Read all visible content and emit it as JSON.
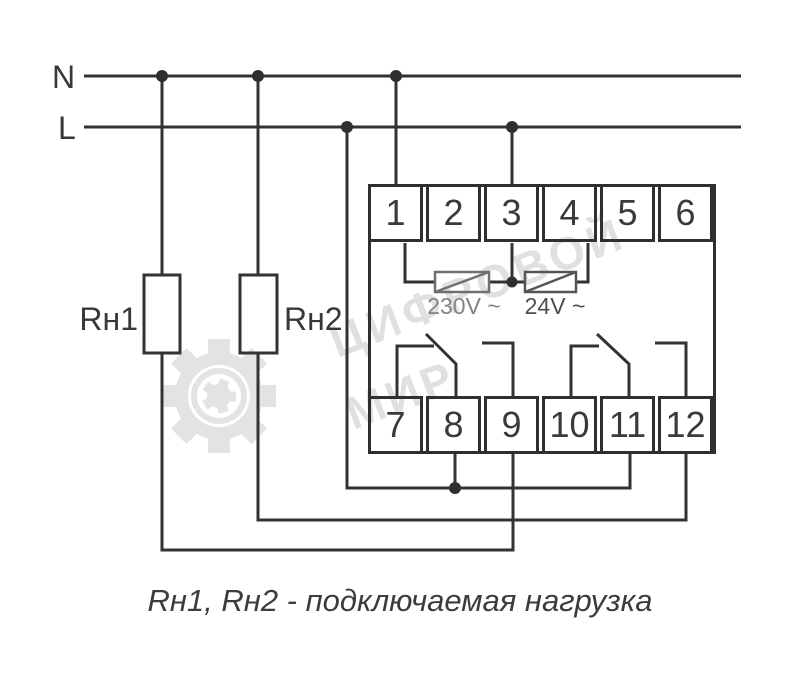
{
  "diagram": {
    "power_lines": {
      "neutral": "N",
      "line": "L"
    },
    "loads": {
      "load1": "Rн1",
      "load2": "Rн2"
    },
    "relay": {
      "top_terminals": [
        "1",
        "2",
        "3",
        "4",
        "5",
        "6"
      ],
      "bottom_terminals": [
        "7",
        "8",
        "9",
        "10",
        "11",
        "12"
      ],
      "coil_230": "230V ~",
      "coil_24": "24V ~"
    },
    "caption": "Rн1, Rн2 - подключаемая нагрузка"
  },
  "watermark": {
    "line1": "ЦИФРОВОЙ",
    "line2": "МИР"
  },
  "colors": {
    "wire": "#333333",
    "coil_230_gray": "#6f6f6f",
    "coil_24_gray": "#555555",
    "label_230_gray": "#828282",
    "watermark_gray": "#e0e0e0",
    "background": "#ffffff"
  }
}
